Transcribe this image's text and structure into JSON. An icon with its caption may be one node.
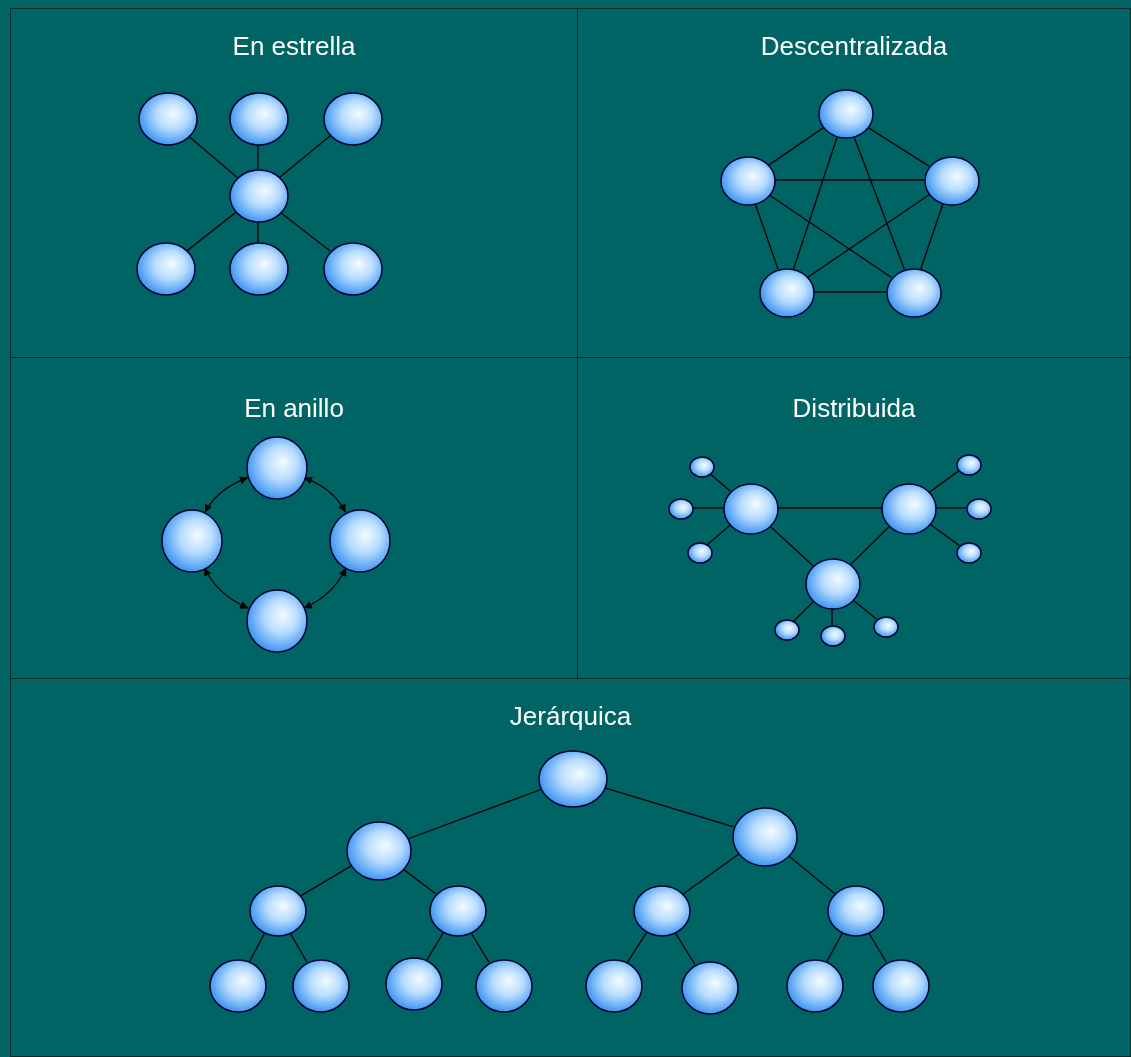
{
  "diagram": {
    "nodes": [
      {
        "text": [
          "En estrella"
        ]
      },
      {
        "text": [],
        "shape": "circle",
        "in": 0
      },
      {
        "text": [],
        "shape": "circle",
        "in": 0
      },
      {
        "text": [],
        "shape": "circle",
        "in": 0
      },
      {
        "text": [],
        "shape": "circle",
        "in": 0
      },
      {
        "text": [],
        "shape": "circle",
        "in": 0
      },
      {
        "text": [],
        "shape": "circle",
        "in": 0
      },
      {
        "text": [],
        "shape": "circle",
        "in": 0
      },
      {
        "text": [
          "Descentralizada"
        ]
      },
      {
        "text": [],
        "shape": "circle",
        "in": 8
      },
      {
        "text": [],
        "shape": "circle",
        "in": 8
      },
      {
        "text": [],
        "shape": "circle",
        "in": 8
      },
      {
        "text": [],
        "shape": "circle",
        "in": 8
      },
      {
        "text": [],
        "shape": "circle",
        "in": 8
      },
      {
        "text": [
          "En anillo"
        ]
      },
      {
        "text": [],
        "shape": "circle",
        "in": 14
      },
      {
        "text": [],
        "shape": "circle",
        "in": 14
      },
      {
        "text": [],
        "shape": "circle",
        "in": 14
      },
      {
        "text": [],
        "shape": "circle",
        "in": 14
      },
      {
        "text": [
          "Distribuida"
        ]
      },
      {
        "text": [],
        "shape": "circle",
        "in": 19
      },
      {
        "text": [],
        "shape": "circle",
        "in": 19
      },
      {
        "text": [],
        "shape": "circle",
        "in": 19
      },
      {
        "text": [],
        "shape": "circle",
        "in": 19
      },
      {
        "text": [],
        "shape": "circle",
        "in": 19
      },
      {
        "text": [],
        "shape": "circle",
        "in": 19
      },
      {
        "text": [],
        "shape": "circle",
        "in": 19
      },
      {
        "text": [],
        "shape": "circle",
        "in": 19
      },
      {
        "text": [],
        "shape": "circle",
        "in": 19
      },
      {
        "text": [],
        "shape": "circle",
        "in": 19
      },
      {
        "text": [],
        "shape": "circle",
        "in": 19
      },
      {
        "text": [],
        "shape": "circle",
        "in": 19
      },
      {
        "text": [
          "Jerárquica"
        ]
      },
      {
        "text": [],
        "shape": "circle",
        "in": 32
      },
      {
        "text": [],
        "shape": "circle",
        "in": 32
      },
      {
        "text": [],
        "shape": "circle",
        "in": 32
      },
      {
        "text": [],
        "shape": "circle",
        "in": 32
      },
      {
        "text": [],
        "shape": "circle",
        "in": 32
      },
      {
        "text": [],
        "shape": "circle",
        "in": 32
      },
      {
        "text": [],
        "shape": "circle",
        "in": 32
      },
      {
        "text": [],
        "shape": "circle",
        "in": 32
      },
      {
        "text": [],
        "shape": "circle",
        "in": 32
      },
      {
        "text": [],
        "shape": "circle",
        "in": 32
      },
      {
        "text": [],
        "shape": "circle",
        "in": 32
      },
      {
        "text": [],
        "shape": "circle",
        "in": 32
      },
      {
        "text": [],
        "shape": "circle",
        "in": 32
      },
      {
        "text": [],
        "shape": "circle",
        "in": 32
      },
      {
        "text": [],
        "shape": "circle",
        "in": 32
      }
    ],
    "edges": [
      {
        "from": 4,
        "to": 1,
        "arrow": "none"
      },
      {
        "from": 4,
        "to": 2,
        "arrow": "none"
      },
      {
        "from": 4,
        "to": 3,
        "arrow": "none"
      },
      {
        "from": 4,
        "to": 5,
        "arrow": "none"
      },
      {
        "from": 4,
        "to": 6,
        "arrow": "none"
      },
      {
        "from": 4,
        "to": 7,
        "arrow": "none"
      },
      {
        "from": 9,
        "to": 10,
        "arrow": "none"
      },
      {
        "from": 9,
        "to": 11,
        "arrow": "none"
      },
      {
        "from": 9,
        "to": 12,
        "arrow": "none"
      },
      {
        "from": 9,
        "to": 13,
        "arrow": "none"
      },
      {
        "from": 10,
        "to": 11,
        "arrow": "none"
      },
      {
        "from": 10,
        "to": 12,
        "arrow": "none"
      },
      {
        "from": 10,
        "to": 13,
        "arrow": "none"
      },
      {
        "from": 11,
        "to": 12,
        "arrow": "none"
      },
      {
        "from": 11,
        "to": 13,
        "arrow": "none"
      },
      {
        "from": 12,
        "to": 13,
        "arrow": "none"
      },
      {
        "from": 15,
        "to": 16,
        "arrow": "both"
      },
      {
        "from": 15,
        "to": 17,
        "arrow": "both"
      },
      {
        "from": 16,
        "to": 18,
        "arrow": "both"
      },
      {
        "from": 17,
        "to": 18,
        "arrow": "both"
      },
      {
        "from": 23,
        "to": 24,
        "arrow": "none"
      },
      {
        "from": 23,
        "to": 28,
        "arrow": "none"
      },
      {
        "from": 24,
        "to": 28,
        "arrow": "none"
      },
      {
        "from": 23,
        "to": 20,
        "arrow": "none"
      },
      {
        "from": 23,
        "to": 22,
        "arrow": "none"
      },
      {
        "from": 23,
        "to": 26,
        "arrow": "none"
      },
      {
        "from": 24,
        "to": 21,
        "arrow": "none"
      },
      {
        "from": 24,
        "to": 25,
        "arrow": "none"
      },
      {
        "from": 24,
        "to": 27,
        "arrow": "none"
      },
      {
        "from": 28,
        "to": 29,
        "arrow": "none"
      },
      {
        "from": 28,
        "to": 30,
        "arrow": "none"
      },
      {
        "from": 28,
        "to": 31,
        "arrow": "none"
      },
      {
        "from": 33,
        "to": 34,
        "arrow": "none"
      },
      {
        "from": 33,
        "to": 35,
        "arrow": "none"
      },
      {
        "from": 34,
        "to": 36,
        "arrow": "none"
      },
      {
        "from": 34,
        "to": 37,
        "arrow": "none"
      },
      {
        "from": 35,
        "to": 38,
        "arrow": "none"
      },
      {
        "from": 35,
        "to": 39,
        "arrow": "none"
      },
      {
        "from": 36,
        "to": 40,
        "arrow": "none"
      },
      {
        "from": 36,
        "to": 41,
        "arrow": "none"
      },
      {
        "from": 37,
        "to": 42,
        "arrow": "none"
      },
      {
        "from": 37,
        "to": 43,
        "arrow": "none"
      },
      {
        "from": 38,
        "to": 44,
        "arrow": "none"
      },
      {
        "from": 38,
        "to": 45,
        "arrow": "none"
      },
      {
        "from": 39,
        "to": 46,
        "arrow": "none"
      },
      {
        "from": 39,
        "to": 47,
        "arrow": "none"
      }
    ]
  }
}
